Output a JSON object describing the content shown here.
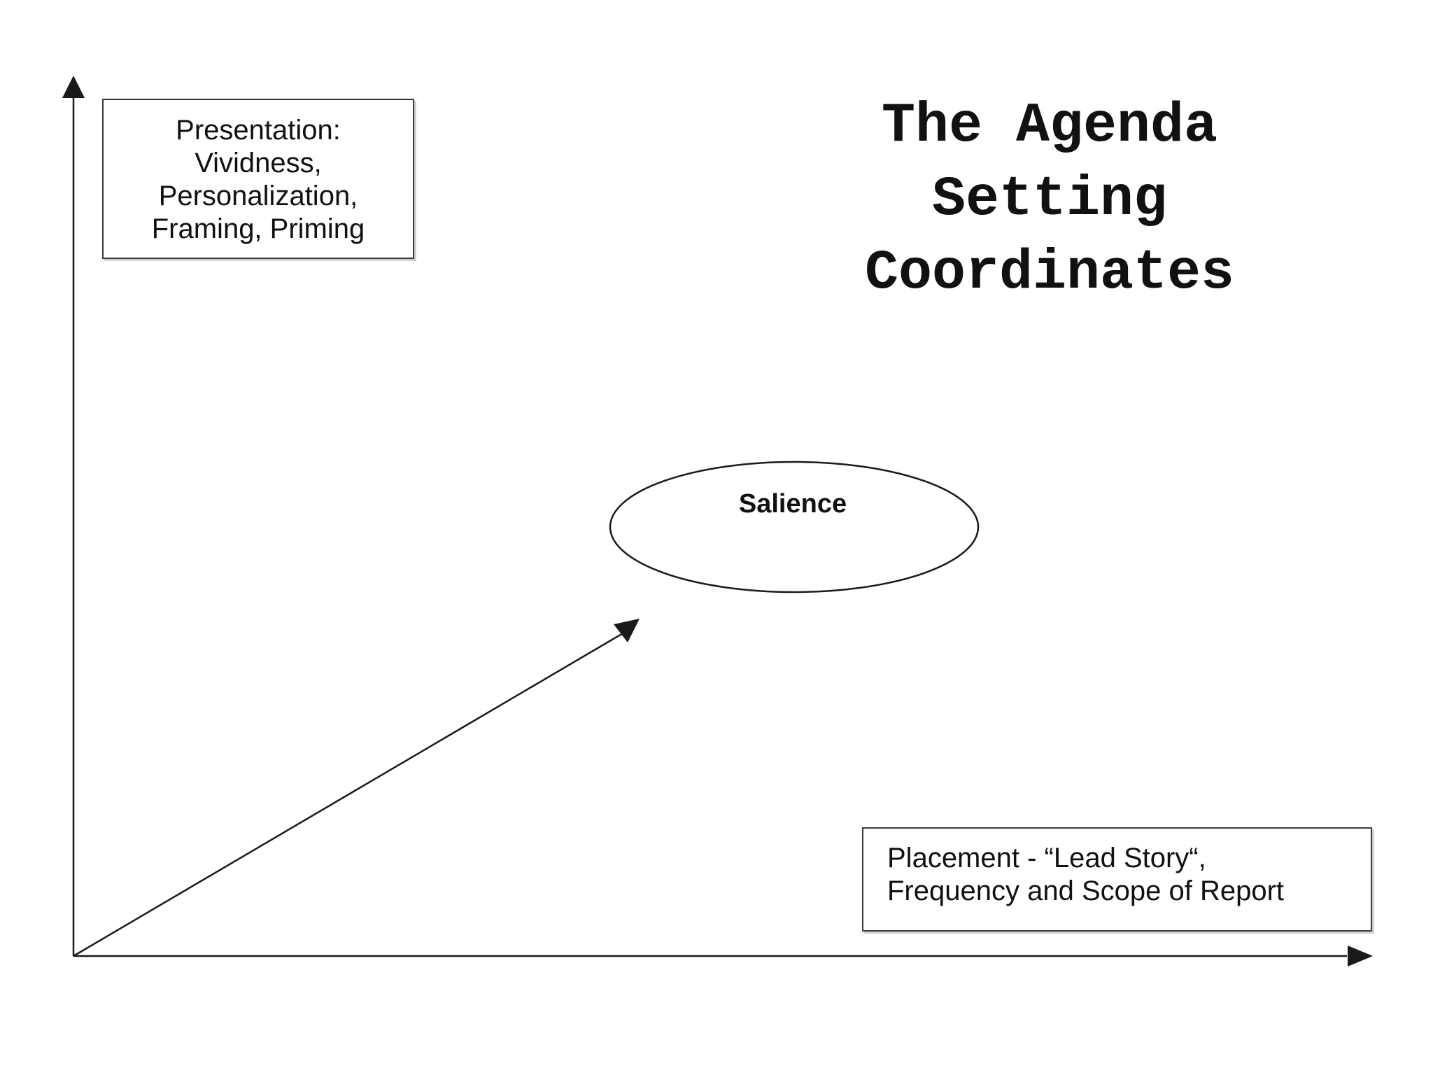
{
  "title": {
    "lines": [
      "The Agenda",
      "Setting",
      "Coordinates"
    ]
  },
  "vertical_axis_box": {
    "lines": [
      "Presentation:",
      "Vividness,",
      "Personalization,",
      "Framing, Priming"
    ]
  },
  "horizontal_axis_box": {
    "lines": [
      "Placement - “Lead Story“,",
      "Frequency and Scope of Report"
    ]
  },
  "center_node": {
    "label": "Salience"
  },
  "colors": {
    "line": "#1a1a1a",
    "background": "#ffffff",
    "box_shadow": "#cfcfcf"
  }
}
